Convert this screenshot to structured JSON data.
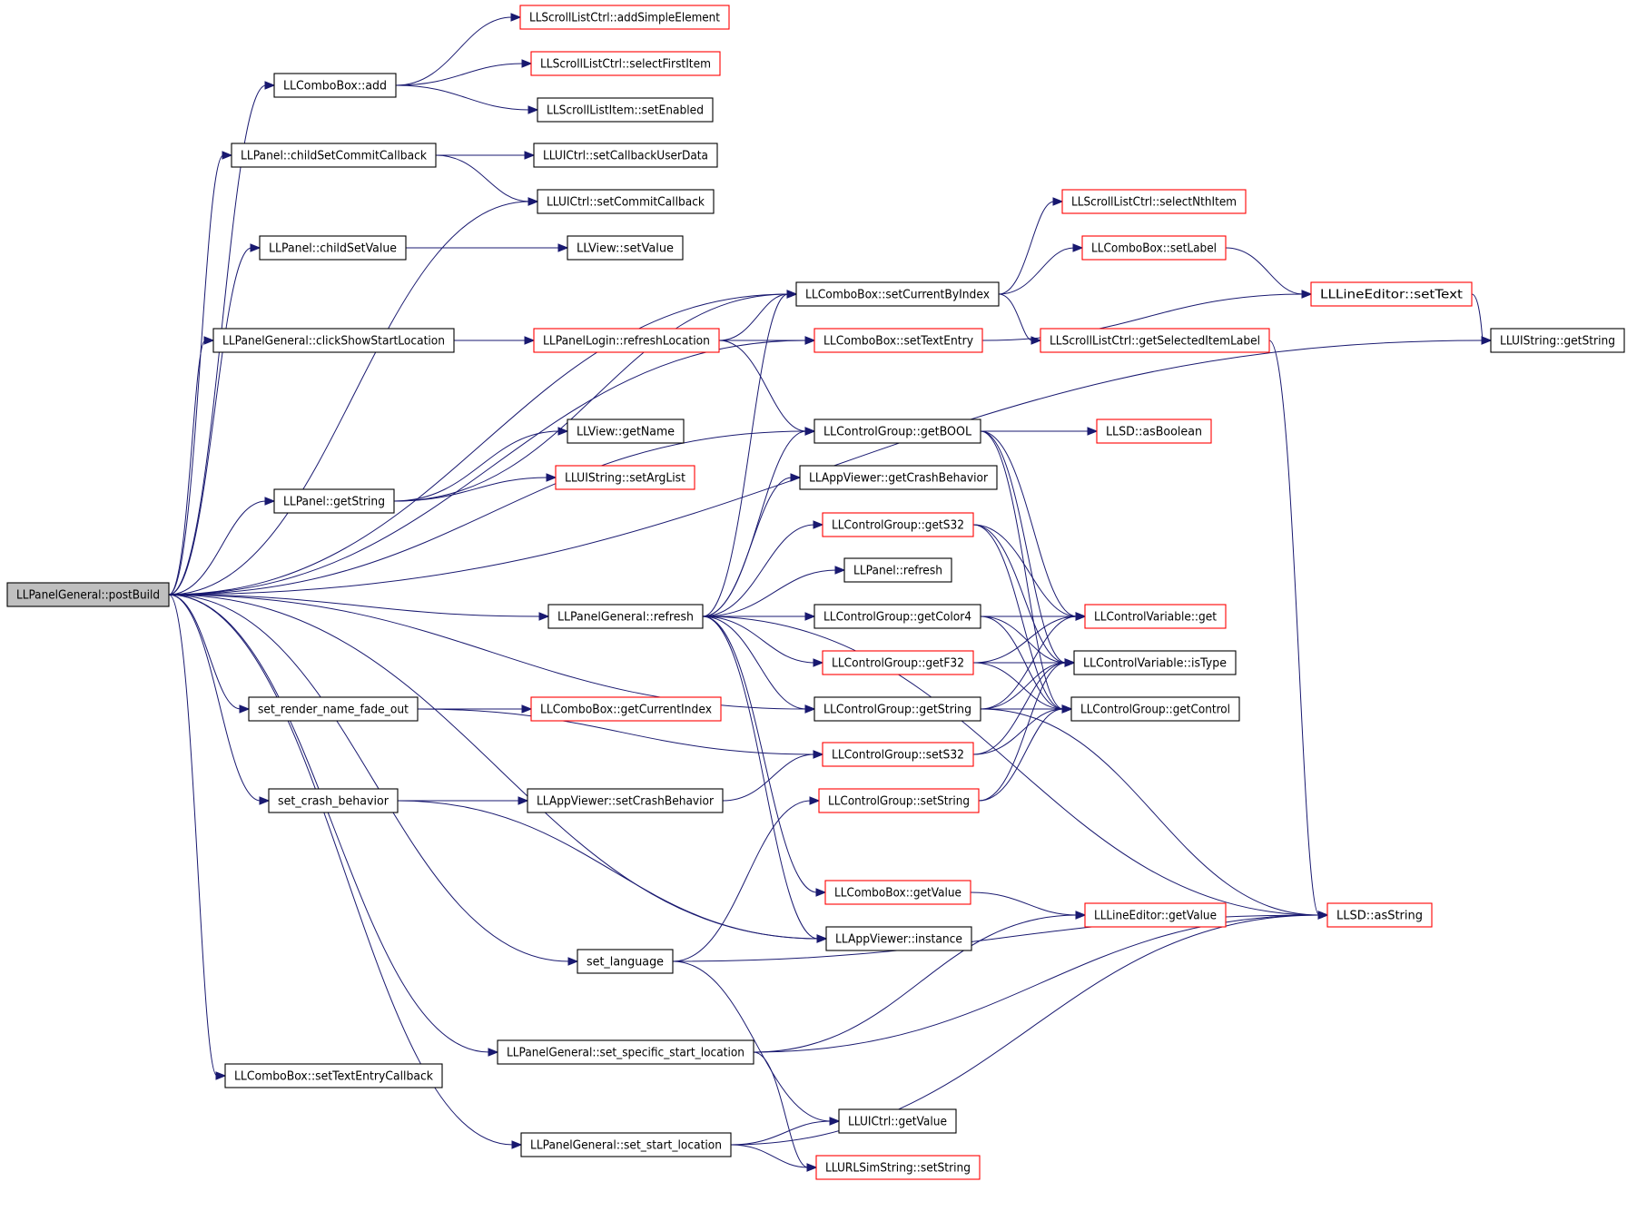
{
  "diagram": {
    "colors": {
      "edge": "#191970",
      "border_default": "#000000",
      "border_truncated": "#ff0000",
      "root_fill": "#bfbfbf",
      "node_fill": "#ffffff"
    },
    "nodes": [
      {
        "id": "postBuild",
        "label": "LLPanelGeneral::postBuild",
        "style": "root"
      },
      {
        "id": "add",
        "label": "LLComboBox::add",
        "style": "normal"
      },
      {
        "id": "addSimple",
        "label": "LLScrollListCtrl::addSimpleElement",
        "style": "truncated"
      },
      {
        "id": "selectFirst",
        "label": "LLScrollListCtrl::selectFirstItem",
        "style": "truncated"
      },
      {
        "id": "setEnabled",
        "label": "LLScrollListItem::setEnabled",
        "style": "normal"
      },
      {
        "id": "childCommit",
        "label": "LLPanel::childSetCommitCallback",
        "style": "normal"
      },
      {
        "id": "setCbUser",
        "label": "LLUICtrl::setCallbackUserData",
        "style": "normal"
      },
      {
        "id": "setCommit",
        "label": "LLUICtrl::setCommitCallback",
        "style": "normal"
      },
      {
        "id": "childValue",
        "label": "LLPanel::childSetValue",
        "style": "normal"
      },
      {
        "id": "viewSetValue",
        "label": "LLView::setValue",
        "style": "normal"
      },
      {
        "id": "selectNth",
        "label": "LLScrollListCtrl::selectNthItem",
        "style": "truncated"
      },
      {
        "id": "setLabel",
        "label": "LLComboBox::setLabel",
        "style": "truncated"
      },
      {
        "id": "setCurByIdx",
        "label": "LLComboBox::setCurrentByIndex",
        "style": "normal"
      },
      {
        "id": "leSetText",
        "label": "LLLineEditor::setText",
        "style": "truncated"
      },
      {
        "id": "clickShow",
        "label": "LLPanelGeneral::clickShowStartLocation",
        "style": "normal"
      },
      {
        "id": "refreshLoc",
        "label": "LLPanelLogin::refreshLocation",
        "style": "truncated"
      },
      {
        "id": "setTextEntry",
        "label": "LLComboBox::setTextEntry",
        "style": "truncated"
      },
      {
        "id": "getSelLabel",
        "label": "LLScrollListCtrl::getSelectedItemLabel",
        "style": "truncated"
      },
      {
        "id": "uiGetString",
        "label": "LLUIString::getString",
        "style": "normal"
      },
      {
        "id": "getName",
        "label": "LLView::getName",
        "style": "normal"
      },
      {
        "id": "getBOOL",
        "label": "LLControlGroup::getBOOL",
        "style": "normal"
      },
      {
        "id": "asBoolean",
        "label": "LLSD::asBoolean",
        "style": "truncated"
      },
      {
        "id": "setArgList",
        "label": "LLUIString::setArgList",
        "style": "truncated"
      },
      {
        "id": "getCrash",
        "label": "LLAppViewer::getCrashBehavior",
        "style": "normal"
      },
      {
        "id": "panelGetString",
        "label": "LLPanel::getString",
        "style": "normal"
      },
      {
        "id": "getS32",
        "label": "LLControlGroup::getS32",
        "style": "truncated"
      },
      {
        "id": "panelRefresh",
        "label": "LLPanel::refresh",
        "style": "normal"
      },
      {
        "id": "genRefresh",
        "label": "LLPanelGeneral::refresh",
        "style": "normal"
      },
      {
        "id": "getColor4",
        "label": "LLControlGroup::getColor4",
        "style": "normal"
      },
      {
        "id": "cvGet",
        "label": "LLControlVariable::get",
        "style": "truncated"
      },
      {
        "id": "getF32",
        "label": "LLControlGroup::getF32",
        "style": "truncated"
      },
      {
        "id": "isType",
        "label": "LLControlVariable::isType",
        "style": "normal"
      },
      {
        "id": "fadeOut",
        "label": "set_render_name_fade_out",
        "style": "normal"
      },
      {
        "id": "getCurIdx",
        "label": "LLComboBox::getCurrentIndex",
        "style": "truncated"
      },
      {
        "id": "cgGetString",
        "label": "LLControlGroup::getString",
        "style": "normal"
      },
      {
        "id": "getControl",
        "label": "LLControlGroup::getControl",
        "style": "normal"
      },
      {
        "id": "setS32",
        "label": "LLControlGroup::setS32",
        "style": "truncated"
      },
      {
        "id": "crashBeh",
        "label": "set_crash_behavior",
        "style": "normal"
      },
      {
        "id": "setCrash",
        "label": "LLAppViewer::setCrashBehavior",
        "style": "normal"
      },
      {
        "id": "cgSetString",
        "label": "LLControlGroup::setString",
        "style": "truncated"
      },
      {
        "id": "cbGetValue",
        "label": "LLComboBox::getValue",
        "style": "truncated"
      },
      {
        "id": "leGetValue",
        "label": "LLLineEditor::getValue",
        "style": "truncated"
      },
      {
        "id": "asString",
        "label": "LLSD::asString",
        "style": "truncated"
      },
      {
        "id": "instance",
        "label": "LLAppViewer::instance",
        "style": "normal"
      },
      {
        "id": "setLang",
        "label": "set_language",
        "style": "normal"
      },
      {
        "id": "specStart",
        "label": "LLPanelGeneral::set_specific_start_location",
        "style": "normal"
      },
      {
        "id": "setTextCb",
        "label": "LLComboBox::setTextEntryCallback",
        "style": "normal"
      },
      {
        "id": "uiGetValue",
        "label": "LLUICtrl::getValue",
        "style": "normal"
      },
      {
        "id": "setStart",
        "label": "LLPanelGeneral::set_start_location",
        "style": "normal"
      },
      {
        "id": "urlSetString",
        "label": "LLURLSimString::setString",
        "style": "truncated"
      }
    ],
    "edges": [
      [
        "postBuild",
        "add"
      ],
      [
        "postBuild",
        "childCommit"
      ],
      [
        "postBuild",
        "setCommit"
      ],
      [
        "postBuild",
        "childValue"
      ],
      [
        "postBuild",
        "setCurByIdx"
      ],
      [
        "postBuild",
        "clickShow"
      ],
      [
        "postBuild",
        "setTextEntry"
      ],
      [
        "postBuild",
        "uiGetString"
      ],
      [
        "postBuild",
        "panelGetString"
      ],
      [
        "postBuild",
        "getBOOL"
      ],
      [
        "postBuild",
        "genRefresh"
      ],
      [
        "postBuild",
        "cgGetString"
      ],
      [
        "postBuild",
        "fadeOut"
      ],
      [
        "postBuild",
        "crashBeh"
      ],
      [
        "postBuild",
        "instance"
      ],
      [
        "postBuild",
        "setLang"
      ],
      [
        "postBuild",
        "specStart"
      ],
      [
        "postBuild",
        "setTextCb"
      ],
      [
        "postBuild",
        "setStart"
      ],
      [
        "add",
        "addSimple"
      ],
      [
        "add",
        "selectFirst"
      ],
      [
        "add",
        "setEnabled"
      ],
      [
        "childCommit",
        "setCbUser"
      ],
      [
        "childCommit",
        "setCommit"
      ],
      [
        "childValue",
        "viewSetValue"
      ],
      [
        "setCurByIdx",
        "selectNth"
      ],
      [
        "setCurByIdx",
        "setLabel"
      ],
      [
        "setCurByIdx",
        "getSelLabel"
      ],
      [
        "setLabel",
        "leSetText"
      ],
      [
        "leSetText",
        "uiGetString"
      ],
      [
        "clickShow",
        "refreshLoc"
      ],
      [
        "refreshLoc",
        "setCurByIdx"
      ],
      [
        "refreshLoc",
        "setTextEntry"
      ],
      [
        "refreshLoc",
        "getBOOL"
      ],
      [
        "setTextEntry",
        "leSetText"
      ],
      [
        "getSelLabel",
        "asString"
      ],
      [
        "panelGetString",
        "getName"
      ],
      [
        "panelGetString",
        "setArgList"
      ],
      [
        "panelGetString",
        "setCurByIdx"
      ],
      [
        "getBOOL",
        "asBoolean"
      ],
      [
        "getBOOL",
        "cvGet"
      ],
      [
        "getBOOL",
        "isType"
      ],
      [
        "getBOOL",
        "getControl"
      ],
      [
        "genRefresh",
        "setCurByIdx"
      ],
      [
        "genRefresh",
        "getBOOL"
      ],
      [
        "genRefresh",
        "getCrash"
      ],
      [
        "genRefresh",
        "getS32"
      ],
      [
        "genRefresh",
        "panelRefresh"
      ],
      [
        "genRefresh",
        "getColor4"
      ],
      [
        "genRefresh",
        "getF32"
      ],
      [
        "genRefresh",
        "cgGetString"
      ],
      [
        "genRefresh",
        "cbGetValue"
      ],
      [
        "genRefresh",
        "instance"
      ],
      [
        "genRefresh",
        "asString"
      ],
      [
        "getS32",
        "cvGet"
      ],
      [
        "getS32",
        "isType"
      ],
      [
        "getS32",
        "getControl"
      ],
      [
        "getColor4",
        "cvGet"
      ],
      [
        "getColor4",
        "isType"
      ],
      [
        "getColor4",
        "getControl"
      ],
      [
        "getF32",
        "cvGet"
      ],
      [
        "getF32",
        "isType"
      ],
      [
        "getF32",
        "getControl"
      ],
      [
        "cgGetString",
        "cvGet"
      ],
      [
        "cgGetString",
        "isType"
      ],
      [
        "cgGetString",
        "getControl"
      ],
      [
        "cgGetString",
        "asString"
      ],
      [
        "fadeOut",
        "getCurIdx"
      ],
      [
        "fadeOut",
        "setS32"
      ],
      [
        "setS32",
        "isType"
      ],
      [
        "setS32",
        "getControl"
      ],
      [
        "crashBeh",
        "setCrash"
      ],
      [
        "crashBeh",
        "instance"
      ],
      [
        "setCrash",
        "setS32"
      ],
      [
        "cgSetString",
        "isType"
      ],
      [
        "cgSetString",
        "getControl"
      ],
      [
        "cbGetValue",
        "leGetValue"
      ],
      [
        "setLang",
        "cgSetString"
      ],
      [
        "setLang",
        "asString"
      ],
      [
        "setLang",
        "uiGetValue"
      ],
      [
        "specStart",
        "leGetValue"
      ],
      [
        "specStart",
        "asString"
      ],
      [
        "specStart",
        "urlSetString"
      ],
      [
        "setStart",
        "uiGetValue"
      ],
      [
        "setStart",
        "urlSetString"
      ],
      [
        "setStart",
        "asString"
      ]
    ]
  }
}
